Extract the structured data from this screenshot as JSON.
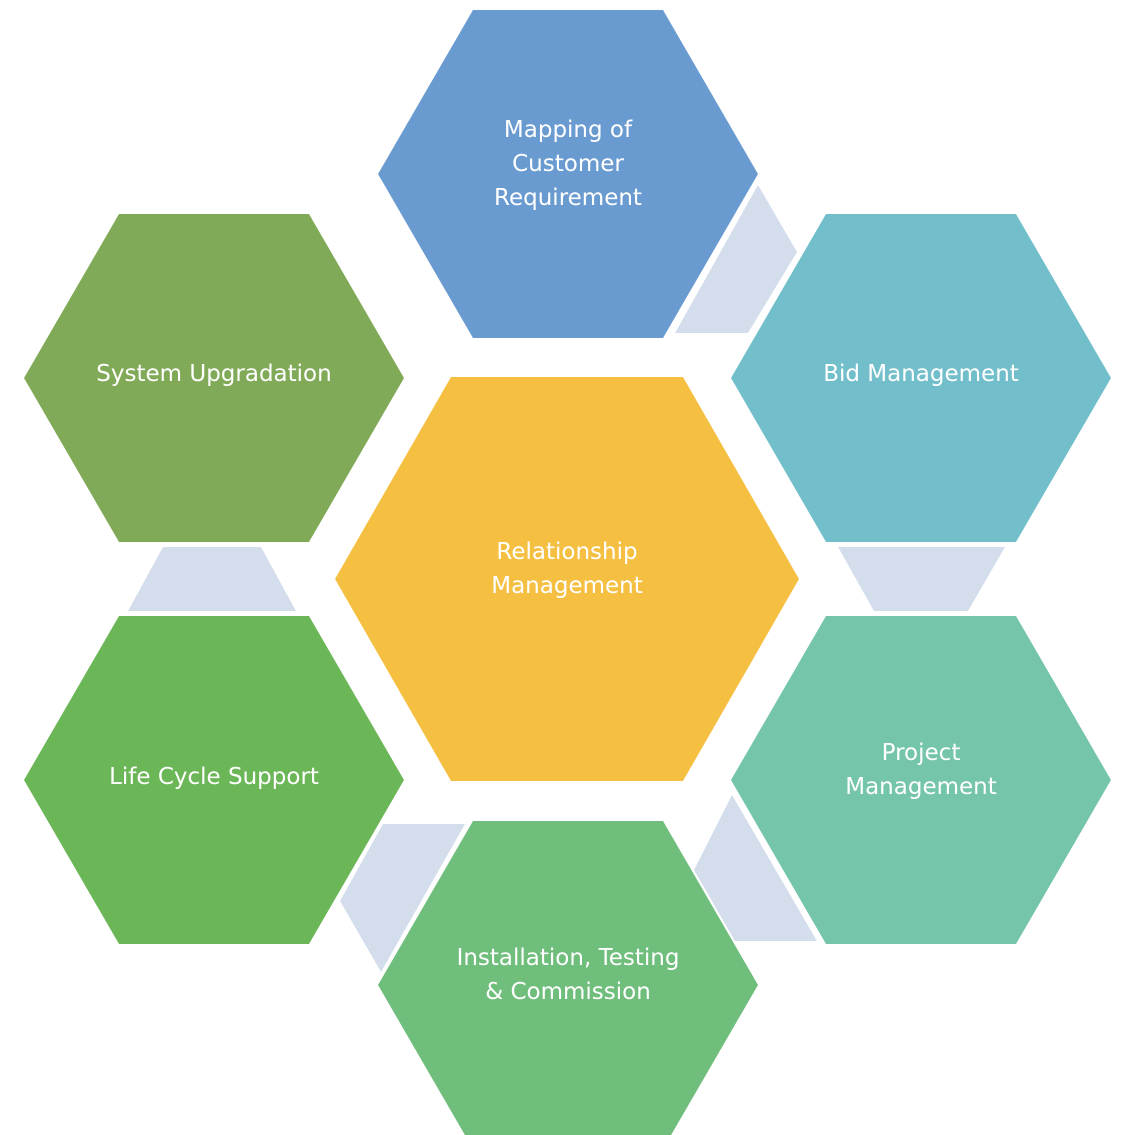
{
  "diagram": {
    "center": {
      "label_lines": [
        "Relationship",
        "Management"
      ],
      "color": "#F5BF42"
    },
    "nodes": [
      {
        "id": "mapping",
        "label_lines": [
          "Mapping of",
          "Customer",
          "Requirement"
        ],
        "color": "#6A9BD0"
      },
      {
        "id": "bid",
        "label_lines": [
          "Bid Management"
        ],
        "color": "#72BFCB"
      },
      {
        "id": "project",
        "label_lines": [
          "Project",
          "Management"
        ],
        "color": "#74C5A9"
      },
      {
        "id": "installation",
        "label_lines": [
          "Installation, Testing",
          "& Commission"
        ],
        "color": "#6FBE7B"
      },
      {
        "id": "lifecycle",
        "label_lines": [
          "Life Cycle Support"
        ],
        "color": "#6BB657"
      },
      {
        "id": "upgradation",
        "label_lines": [
          "System Upgradation"
        ],
        "color": "#80AA57"
      }
    ],
    "connector_color": "#D3DDEC"
  }
}
